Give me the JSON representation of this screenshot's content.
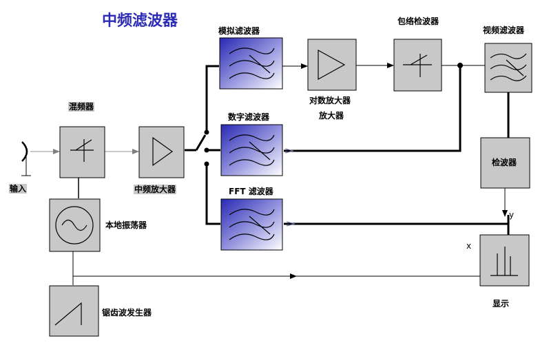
{
  "title": "中频滤波器",
  "labels": {
    "input": "输入",
    "mixer": "混频器",
    "if_amp": "中频放大器",
    "local_osc": "本地振荡器",
    "sawtooth_gen": "锯齿波发生器",
    "analog_filter": "模拟滤波器",
    "digital_filter": "数字滤波器",
    "fft_filter": "FFT 滤波器",
    "log_amp_line1": "对数放大器",
    "log_amp_line2": "放大器",
    "envelope_detector": "包络检波器",
    "video_filter": "视频滤波器",
    "detector": "检波器",
    "display": "显示",
    "x_axis": "x",
    "y_axis": "y"
  }
}
